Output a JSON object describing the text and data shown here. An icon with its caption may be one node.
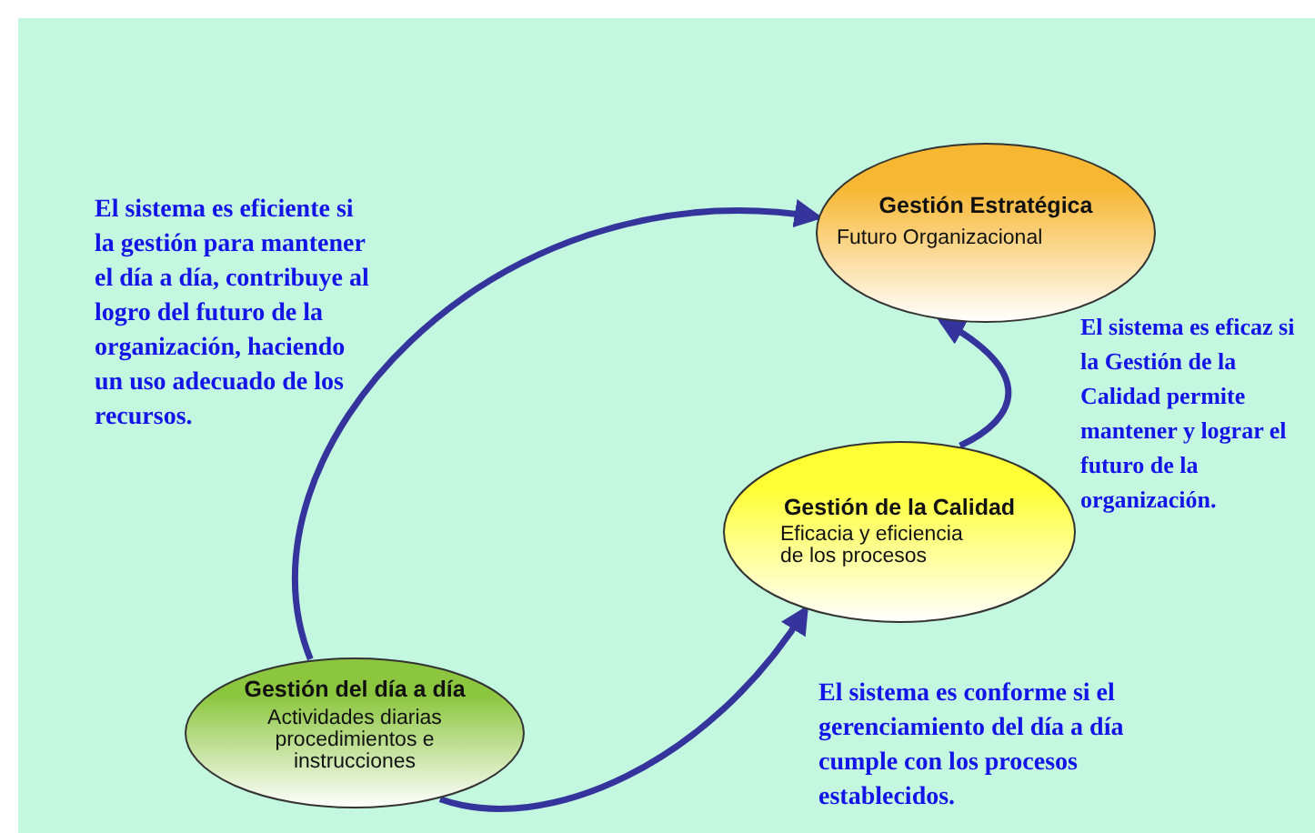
{
  "diagram": {
    "nodes": [
      {
        "text": [
          "Gestión Estratégica",
          "Futuro Organizacional"
        ]
      },
      {
        "text": [
          "Gestión de la Calidad",
          "Eficacia y eficiencia de los procesos"
        ]
      },
      {
        "text": [
          "Gestión del día a día",
          "Actividades diarias procedimientos e instrucciones"
        ]
      }
    ],
    "edges": [
      {
        "from": 2,
        "to": 0,
        "arrow": "to"
      },
      {
        "from": 1,
        "to": 0,
        "arrow": "to"
      },
      {
        "from": 2,
        "to": 1,
        "arrow": "to"
      }
    ],
    "labels": [
      "El sistema es eficiente si la gestión para mantener el día a día, contribuye al logro del futuro de la organización, haciendo un uso adecuado de los recursos.",
      "El sistema es eficaz si la Gestión de la Calidad permite mantener y lograr el futuro de la organización.",
      "El sistema es conforme si el gerenciamiento del día a día cumple con los procesos establecidos."
    ]
  }
}
